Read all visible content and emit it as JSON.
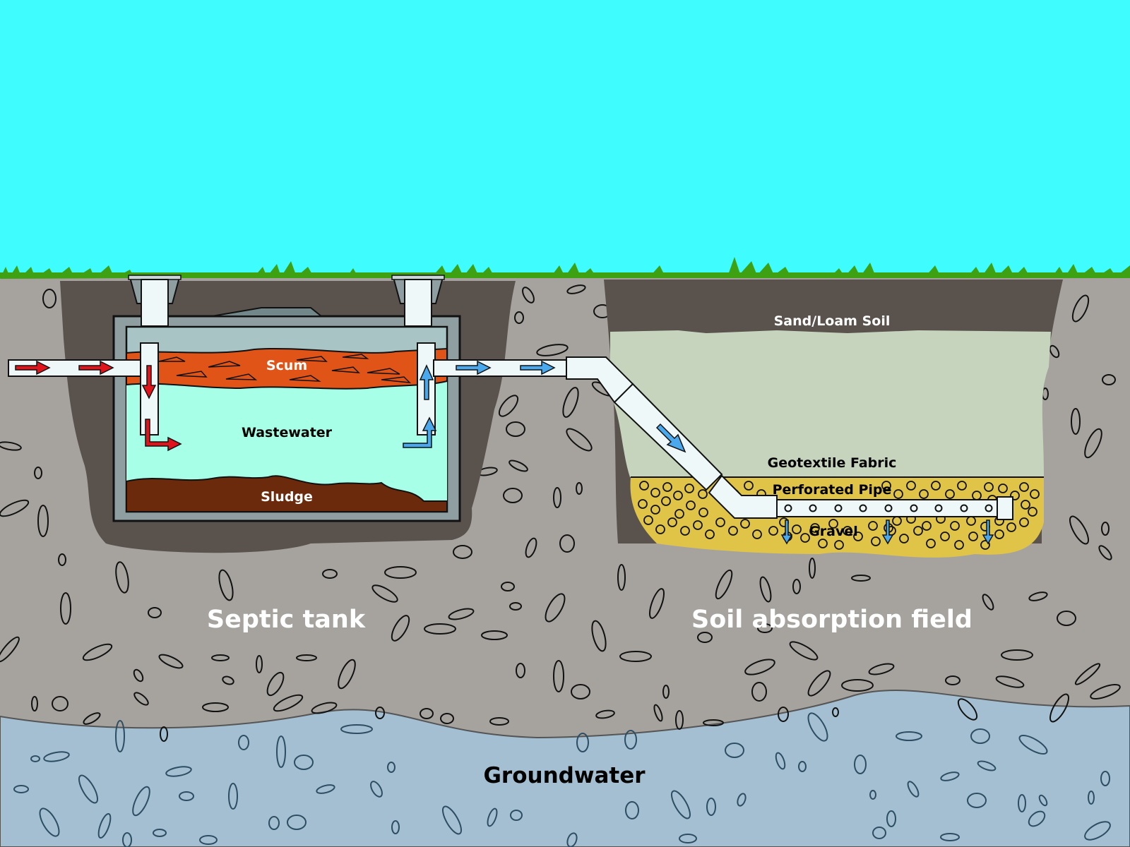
{
  "labels": {
    "scum": "Scum",
    "wastewater": "Wastewater",
    "sludge": "Sludge",
    "sand_loam_soil": "Sand/Loam Soil",
    "geotextile_fabric": "Geotextile Fabric",
    "perforated_pipe": "Perforated Pipe",
    "gravel": "Gravel",
    "septic_tank": "Septic tank",
    "soil_absorption_field": "Soil absorption field",
    "groundwater": "Groundwater"
  },
  "colors": {
    "sky": "#3ffcff",
    "grass": "#3da112",
    "ground": "#a6a39f",
    "dark_soil": "#5a524d",
    "tank_wall": "#8f9ea1",
    "tank_air": "#a9c4c5",
    "scum": "#e05418",
    "wastewater": "#a6ffe6",
    "sludge": "#6b2a0c",
    "sand_loam": "#c6d4bd",
    "gravel": "#e0c447",
    "groundwater": "#a3bfd1",
    "pipe": "#eef8f8",
    "inflow_arrow": "#e0141a",
    "outflow_arrow": "#4aa9ec"
  }
}
